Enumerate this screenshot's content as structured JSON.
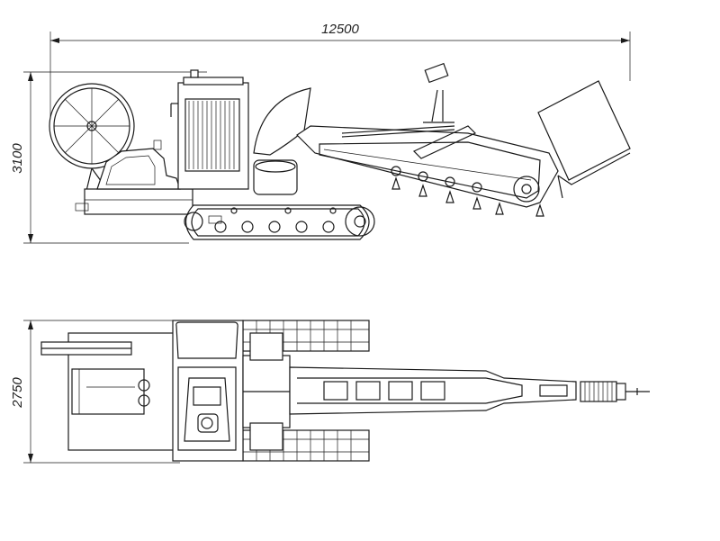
{
  "dimensions": {
    "overall_length": "12500",
    "height": "3100",
    "width": "2750"
  }
}
